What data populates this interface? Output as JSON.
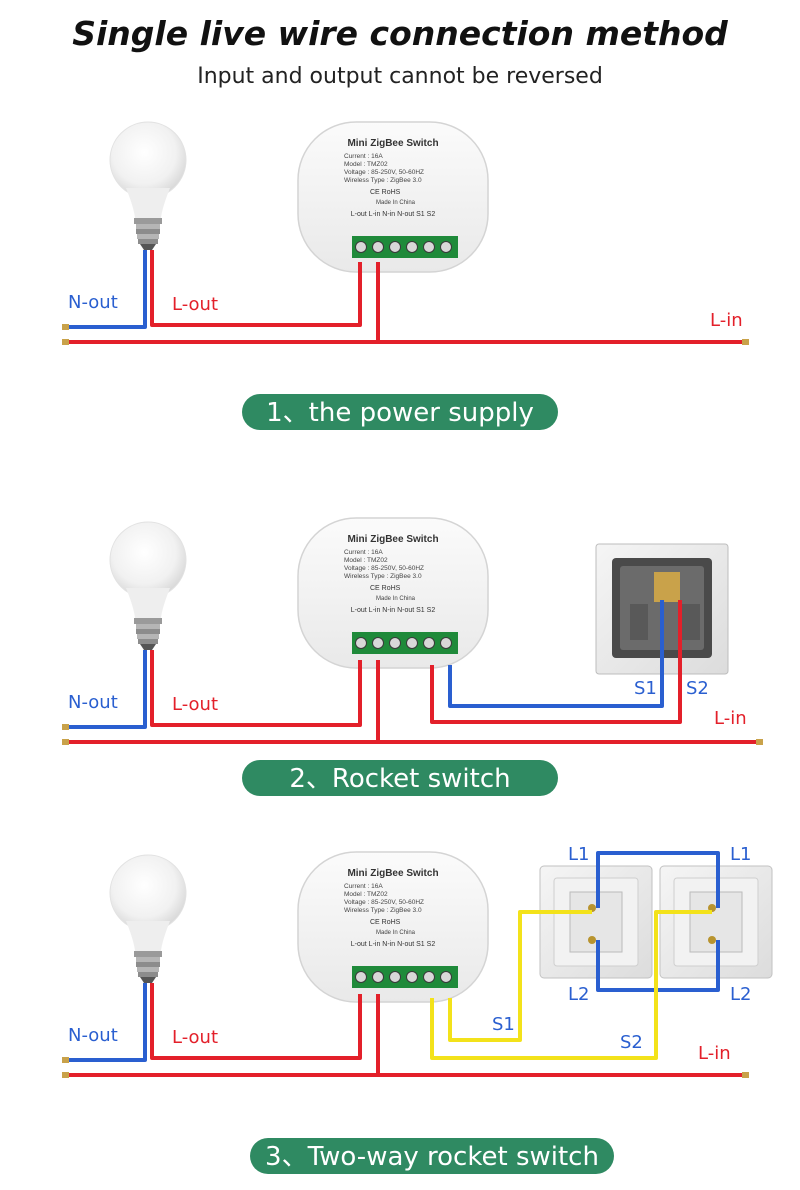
{
  "header": {
    "title": "Single live wire connection method",
    "subtitle": "Input and output cannot be reversed"
  },
  "device": {
    "name": "Mini ZigBee Switch",
    "specs": [
      "Current : 16A",
      "Model : TMZ02",
      "Voltage : 85-250V, 50-60HZ",
      "Wireless Type : ZigBee 3.0"
    ],
    "certs": "CE RoHS",
    "made": "Made In China",
    "terminals": "L-out L-in N-in N-out S1 S2"
  },
  "wire_labels": {
    "n_out": "N-out",
    "l_out": "L-out",
    "l_in": "L-in",
    "s1": "S1",
    "s2": "S2",
    "l1": "L1",
    "l2": "L2"
  },
  "sections": [
    {
      "caption": "1、the power supply"
    },
    {
      "caption": "2、Rocket switch"
    },
    {
      "caption": "3、Two-way rocket switch"
    }
  ],
  "colors": {
    "live": "#e3202a",
    "neutral": "#2a5fd0",
    "switch_wire": "#f3e21a",
    "caption_bg": "#2f8a62",
    "terminal_green": "#1f8a3a"
  }
}
